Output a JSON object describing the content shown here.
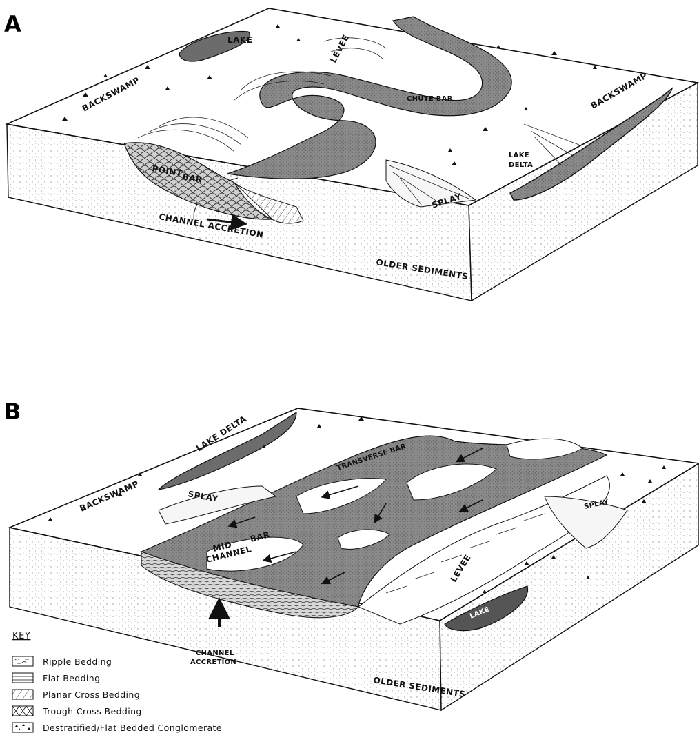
{
  "panel_a": {
    "letter": "A",
    "labels": {
      "lake": "LAKE",
      "levee": "LEVEE",
      "backswamp_left": "BACKSWAMP",
      "backswamp_right": "BACKSWAMP",
      "chute_bar": "CHUTE BAR",
      "point": "POINT",
      "bar": "BAR",
      "lake_delta_1": "LAKE",
      "lake_delta_2": "DELTA",
      "splay": "SPLAY",
      "channel_accretion": "CHANNEL ACCRETION",
      "older_sediments": "OLDER SEDIMENTS"
    }
  },
  "panel_b": {
    "letter": "B",
    "labels": {
      "lake_delta": "LAKE DELTA",
      "transverse_bar": "TRANSVERSE BAR",
      "backswamp": "BACKSWAMP",
      "splay_left": "SPLAY",
      "splay_right": "SPLAY",
      "mid": "MID",
      "channel": "CHANNEL",
      "bar": "BAR",
      "levee": "LEVEE",
      "lake": "LAKE",
      "channel_accretion_1": "CHANNEL",
      "channel_accretion_2": "ACCRETION",
      "older_sediments": "OLDER SEDIMENTS"
    }
  },
  "key": {
    "title": "KEY",
    "items": [
      {
        "label": "Ripple Bedding",
        "pattern": "ripple"
      },
      {
        "label": "Flat Bedding",
        "pattern": "flat"
      },
      {
        "label": "Planar Cross Bedding",
        "pattern": "planar"
      },
      {
        "label": "Trough Cross Bedding",
        "pattern": "trough"
      },
      {
        "label": "Destratified/Flat Bedded Conglomerate",
        "pattern": "conglomerate"
      }
    ]
  }
}
